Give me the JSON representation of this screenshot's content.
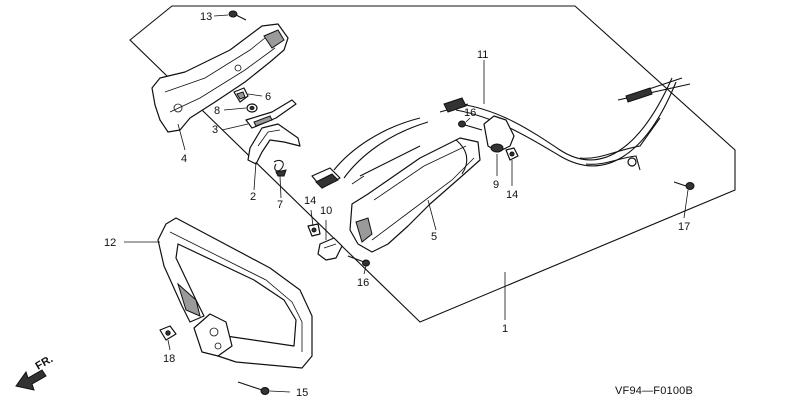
{
  "diagram": {
    "drawing_code": "VF94—F0100B",
    "direction_label": "FR.",
    "callouts": [
      {
        "id": "13",
        "text": "13"
      },
      {
        "id": "6",
        "text": "6"
      },
      {
        "id": "8",
        "text": "8"
      },
      {
        "id": "3",
        "text": "3"
      },
      {
        "id": "4",
        "text": "4"
      },
      {
        "id": "2",
        "text": "2"
      },
      {
        "id": "7",
        "text": "7"
      },
      {
        "id": "11",
        "text": "11"
      },
      {
        "id": "16a",
        "text": "16"
      },
      {
        "id": "9",
        "text": "9"
      },
      {
        "id": "14a",
        "text": "14"
      },
      {
        "id": "14b",
        "text": "14"
      },
      {
        "id": "10",
        "text": "10"
      },
      {
        "id": "5",
        "text": "5"
      },
      {
        "id": "16b",
        "text": "16"
      },
      {
        "id": "17",
        "text": "17"
      },
      {
        "id": "12",
        "text": "12"
      },
      {
        "id": "1",
        "text": "1"
      },
      {
        "id": "18",
        "text": "18"
      },
      {
        "id": "15",
        "text": "15"
      }
    ]
  }
}
